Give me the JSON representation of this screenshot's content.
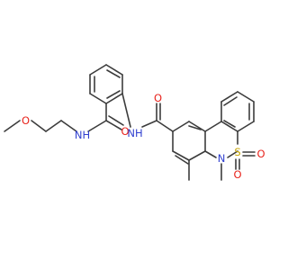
{
  "colors": {
    "background": "#ffffff",
    "bond": "#3c3c3c",
    "carbon": "#3c3c3c",
    "nitrogen": "#2f3fcf",
    "oxygen": "#e8231c",
    "sulfur": "#c6a400"
  },
  "atoms": [
    {
      "id": "o-methoxy",
      "label": "O",
      "element": "oxygen"
    },
    {
      "id": "nh-left-amide",
      "label": "NH",
      "element": "nitrogen"
    },
    {
      "id": "o-left-carbonyl",
      "label": "O",
      "element": "oxygen"
    },
    {
      "id": "nh-central-amide",
      "label": "NH",
      "element": "nitrogen"
    },
    {
      "id": "o-right-carbonyl",
      "label": "O",
      "element": "oxygen"
    },
    {
      "id": "n-ring",
      "label": "N",
      "element": "nitrogen"
    },
    {
      "id": "s-sulfonyl",
      "label": "S",
      "element": "sulfur"
    },
    {
      "id": "o-sulfonyl-1",
      "label": "O",
      "element": "oxygen"
    },
    {
      "id": "o-sulfonyl-2",
      "label": "O",
      "element": "oxygen"
    }
  ]
}
